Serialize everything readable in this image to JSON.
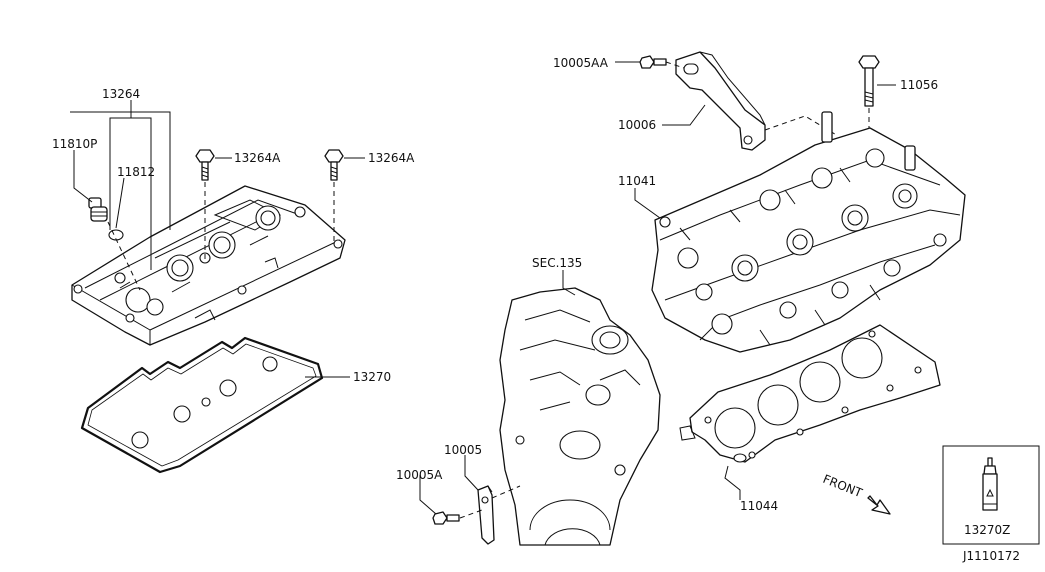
{
  "diagram": {
    "drawing_number": "J1110172",
    "front_label": "FRONT",
    "parts": [
      {
        "id": "p13264",
        "label": "13264"
      },
      {
        "id": "p11810p",
        "label": "11810P"
      },
      {
        "id": "p11812",
        "label": "11812"
      },
      {
        "id": "p13264a-1",
        "label": "13264A"
      },
      {
        "id": "p13264a-2",
        "label": "13264A"
      },
      {
        "id": "p13270",
        "label": "13270"
      },
      {
        "id": "p10005aa",
        "label": "10005AA"
      },
      {
        "id": "p10006",
        "label": "10006"
      },
      {
        "id": "p11056",
        "label": "11056"
      },
      {
        "id": "p11041",
        "label": "11041"
      },
      {
        "id": "psec135",
        "label": "SEC.135"
      },
      {
        "id": "p10005",
        "label": "10005"
      },
      {
        "id": "p10005a",
        "label": "10005A"
      },
      {
        "id": "p11044",
        "label": "11044"
      },
      {
        "id": "p13270z",
        "label": "13270Z"
      }
    ]
  }
}
